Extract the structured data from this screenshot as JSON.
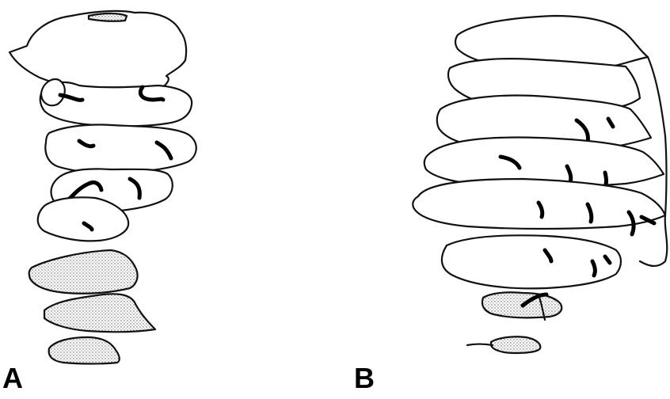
{
  "panels": [
    {
      "id": "A",
      "label": "A"
    },
    {
      "id": "B",
      "label": "B"
    }
  ],
  "colors": {
    "line": "#111111",
    "stipple": "#555555",
    "background": "#ffffff"
  }
}
